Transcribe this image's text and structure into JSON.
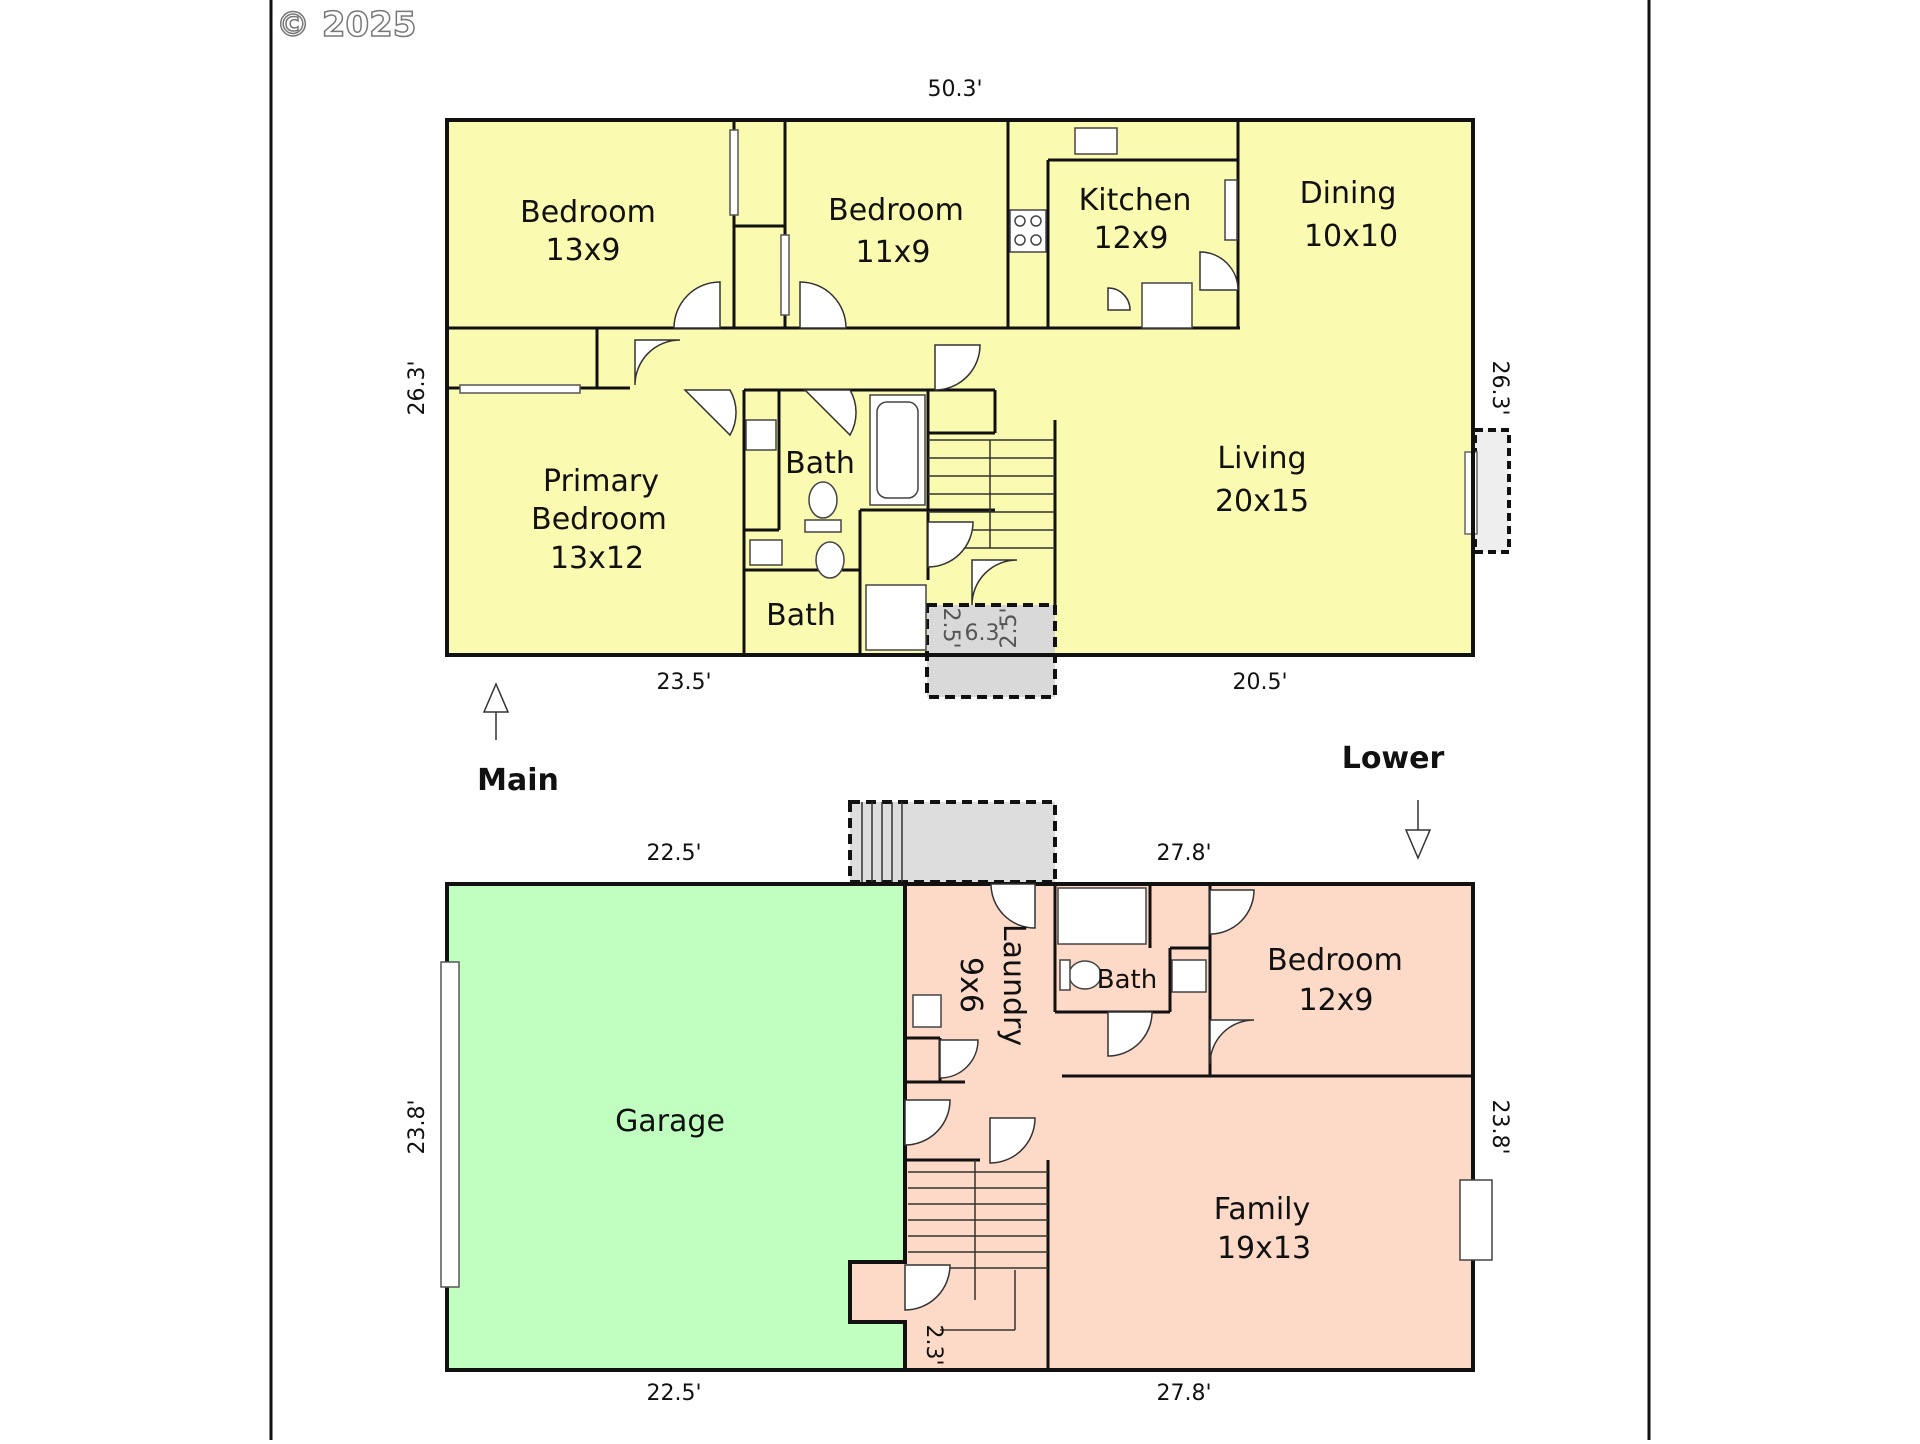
{
  "copyright": "© 2025",
  "levels": {
    "main": "Main",
    "lower": "Lower"
  },
  "colors": {
    "main_floor": "#fafab0",
    "garage": "#c0ffc0",
    "lower_floor": "#fdd9c7",
    "porch": "#d9d9d9",
    "wall": "#111111"
  },
  "main_floor": {
    "dims": {
      "top": "50.3'",
      "left": "26.3'",
      "right": "26.3'",
      "bottom_left": "23.5'",
      "bottom_right": "20.5'"
    },
    "rooms": {
      "bedroom_a": {
        "name": "Bedroom",
        "size": "13x9"
      },
      "bedroom_b": {
        "name": "Bedroom",
        "size": "11x9"
      },
      "kitchen": {
        "name": "Kitchen",
        "size": "12x9"
      },
      "dining": {
        "name": "Dining",
        "size": "10x10"
      },
      "primary": {
        "name_1": "Primary",
        "name_2": "Bedroom",
        "size": "13x12"
      },
      "bath_a": {
        "name": "Bath"
      },
      "bath_b": {
        "name": "Bath"
      },
      "living": {
        "name": "Living",
        "size": "20x15"
      }
    },
    "porch": {
      "width": "6.3'",
      "side_left": "2.5'",
      "side_right": "2.5'"
    }
  },
  "lower_floor": {
    "dims": {
      "top_left": "22.5'",
      "top_right": "27.8'",
      "left": "23.8'",
      "right": "23.8'",
      "bottom_left": "22.5'",
      "bottom_right": "27.8'"
    },
    "rooms": {
      "garage": {
        "name": "Garage"
      },
      "laundry": {
        "name": "Laundry",
        "size": "9x6"
      },
      "bath": {
        "name": "Bath"
      },
      "bedroom": {
        "name": "Bedroom",
        "size": "12x9"
      },
      "family": {
        "name": "Family",
        "size": "19x13"
      }
    },
    "stair_dim": "2.3'"
  }
}
